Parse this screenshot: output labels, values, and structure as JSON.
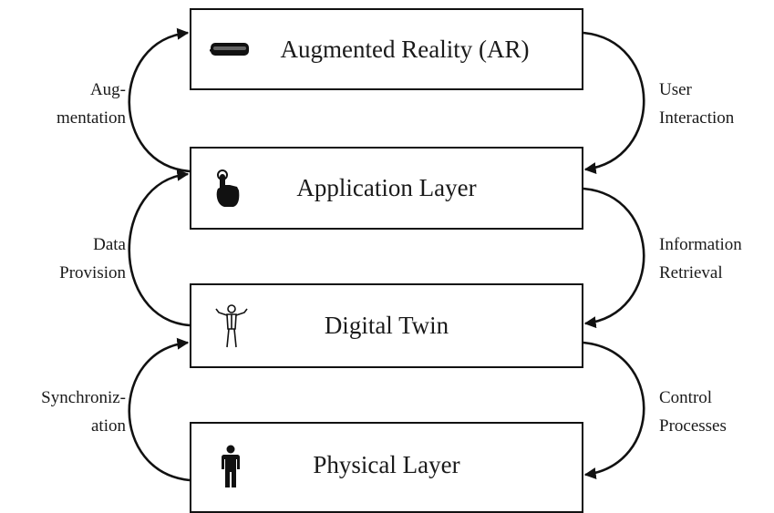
{
  "layers": {
    "ar": {
      "label": "Augmented Reality (AR)",
      "icon": "vr-headset-icon"
    },
    "application": {
      "label": "Application Layer",
      "icon": "touch-hand-icon"
    },
    "digital_twin": {
      "label": "Digital Twin",
      "icon": "human-wireframe-icon"
    },
    "physical": {
      "label": "Physical Layer",
      "icon": "person-icon"
    }
  },
  "edges": {
    "augmentation": [
      "Aug-",
      "mentation"
    ],
    "user_interaction": [
      "User",
      "Interaction"
    ],
    "data_provision": [
      "Data",
      "Provision"
    ],
    "information_retrieval": [
      "Information",
      "Retrieval"
    ],
    "synchronization": [
      "Synchroniz-",
      "ation"
    ],
    "control_processes": [
      "Control",
      "Processes"
    ]
  },
  "colors": {
    "stroke": "#111111",
    "text": "#1a1a1a",
    "background": "#ffffff"
  }
}
